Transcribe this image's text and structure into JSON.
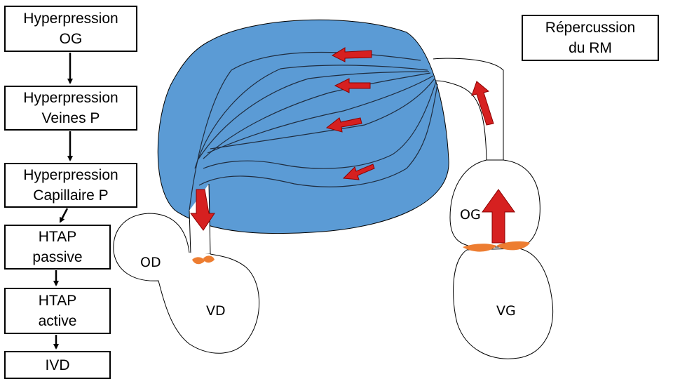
{
  "flow_boxes": [
    {
      "id": "hyperpression-og",
      "text": "Hyperpression\nOG"
    },
    {
      "id": "hyperpression-veines-p",
      "text": "Hyperpression\nVeines P"
    },
    {
      "id": "hyperpression-capillaire-p",
      "text": "Hyperpression\nCapillaire P"
    },
    {
      "id": "htap-passive",
      "text": "HTAP\npassive"
    },
    {
      "id": "htap-active",
      "text": "HTAP\nactive"
    },
    {
      "id": "ivd",
      "text": "IVD"
    }
  ],
  "repercussion": {
    "text": "Répercussion\ndu RM"
  },
  "chambers": {
    "od": "OD",
    "vd": "VD",
    "og": "OG",
    "vg": "VG"
  },
  "colors": {
    "lung": "#5b9bd5",
    "arrow": "#d62020",
    "valve": "#ed7d31"
  }
}
